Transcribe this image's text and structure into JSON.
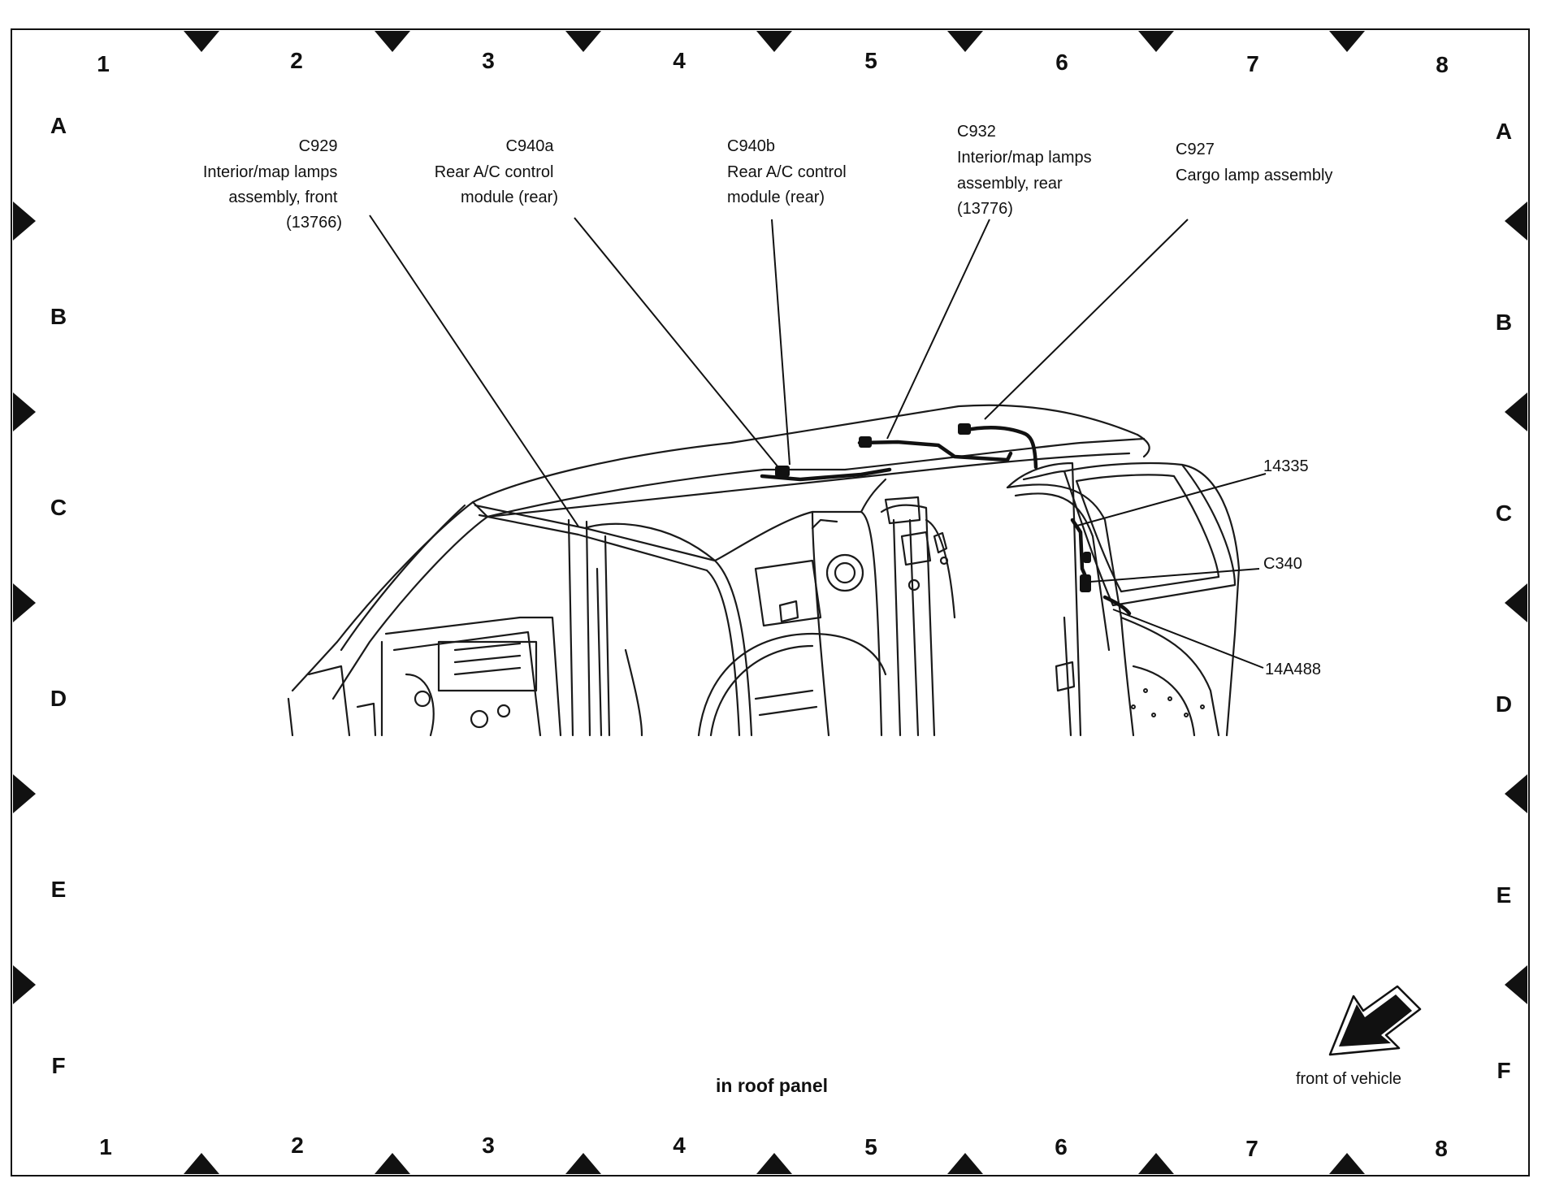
{
  "grid": {
    "columns": [
      "1",
      "2",
      "3",
      "4",
      "5",
      "6",
      "7",
      "8"
    ],
    "rows": [
      "A",
      "B",
      "C",
      "D",
      "E",
      "F"
    ]
  },
  "callouts": {
    "c929": {
      "lines": [
        "C929",
        "Interior/map lamps",
        "assembly, front",
        "(13766)"
      ]
    },
    "c940a": {
      "lines": [
        "C940a",
        "Rear A/C control",
        "module (rear)"
      ]
    },
    "c940b": {
      "lines": [
        "C940b",
        "Rear A/C control",
        "module (rear)"
      ]
    },
    "c932": {
      "lines": [
        "C932",
        "Interior/map lamps",
        "assembly, rear",
        "(13776)"
      ]
    },
    "c927": {
      "lines": [
        "C927",
        "Cargo lamp assembly"
      ]
    },
    "n14335": {
      "lines": [
        "14335"
      ]
    },
    "c340": {
      "lines": [
        "C340"
      ]
    },
    "n14a488": {
      "lines": [
        "14A488"
      ]
    }
  },
  "caption": "in roof panel",
  "orientation": {
    "label": "front of vehicle",
    "icon": "arrow-icon"
  }
}
